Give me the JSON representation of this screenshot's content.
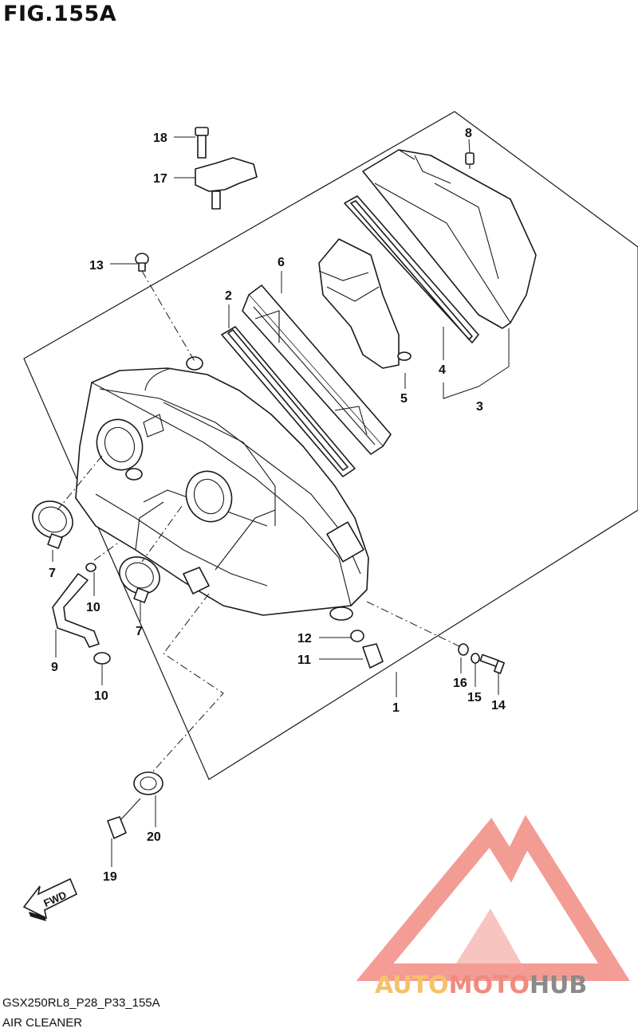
{
  "figure": {
    "title": "FIG.155A",
    "code": "GSX250RL8_P28_P33_155A",
    "caption": "AIR CLEANER"
  },
  "callouts": {
    "c1": "1",
    "c2": "2",
    "c3": "3",
    "c4": "4",
    "c5": "5",
    "c6": "6",
    "c7a": "7",
    "c7b": "7",
    "c8": "8",
    "c9": "9",
    "c10a": "10",
    "c10b": "10",
    "c11": "11",
    "c12": "12",
    "c13": "13",
    "c14": "14",
    "c15": "15",
    "c16": "16",
    "c17": "17",
    "c18": "18",
    "c19": "19",
    "c20": "20"
  },
  "fwd_label": "FWD",
  "watermark": {
    "text_auto": "AUTO",
    "text_moto": "MOTO",
    "text_hub": "HUB",
    "color_auto": "#f5c26b",
    "color_moto": "#f08a80",
    "color_hub": "#8a8a8a",
    "color_logo": "#f28b82"
  }
}
